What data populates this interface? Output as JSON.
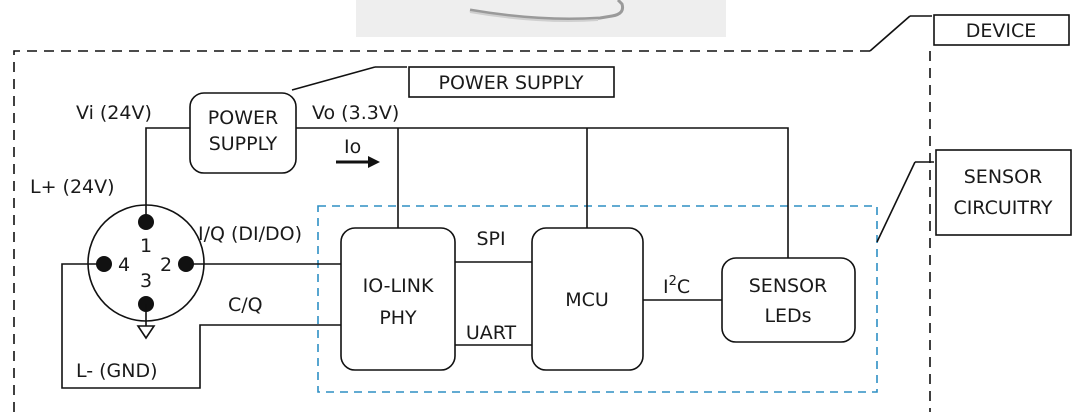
{
  "labels": {
    "device_callout": "DEVICE",
    "power_supply_callout": "POWER SUPPLY",
    "sensor_circuitry_callout_line1": "SENSOR",
    "sensor_circuitry_callout_line2": "CIRCUITRY",
    "power_supply_block_line1": "POWER",
    "power_supply_block_line2": "SUPPLY",
    "vi": "Vi (24V)",
    "vo": "Vo (3.3V)",
    "io": "Io",
    "l_plus": "L+ (24V)",
    "l_minus": "L- (GND)",
    "iq": "I/Q (DI/DO)",
    "cq": "C/Q",
    "pin1": "1",
    "pin2": "2",
    "pin3": "3",
    "pin4": "4",
    "iolink_line1": "IO-LINK",
    "iolink_line2": "PHY",
    "mcu": "MCU",
    "spi": "SPI",
    "uart": "UART",
    "i2c_base": "I",
    "i2c_sup": "2",
    "i2c_end": "C",
    "sensor_leds_line1": "SENSOR",
    "sensor_leds_line2": "LEDs"
  },
  "colors": {
    "line": "#111111",
    "sensor_boundary": "#2e8fc4",
    "photo_background": "#eeeeee"
  }
}
